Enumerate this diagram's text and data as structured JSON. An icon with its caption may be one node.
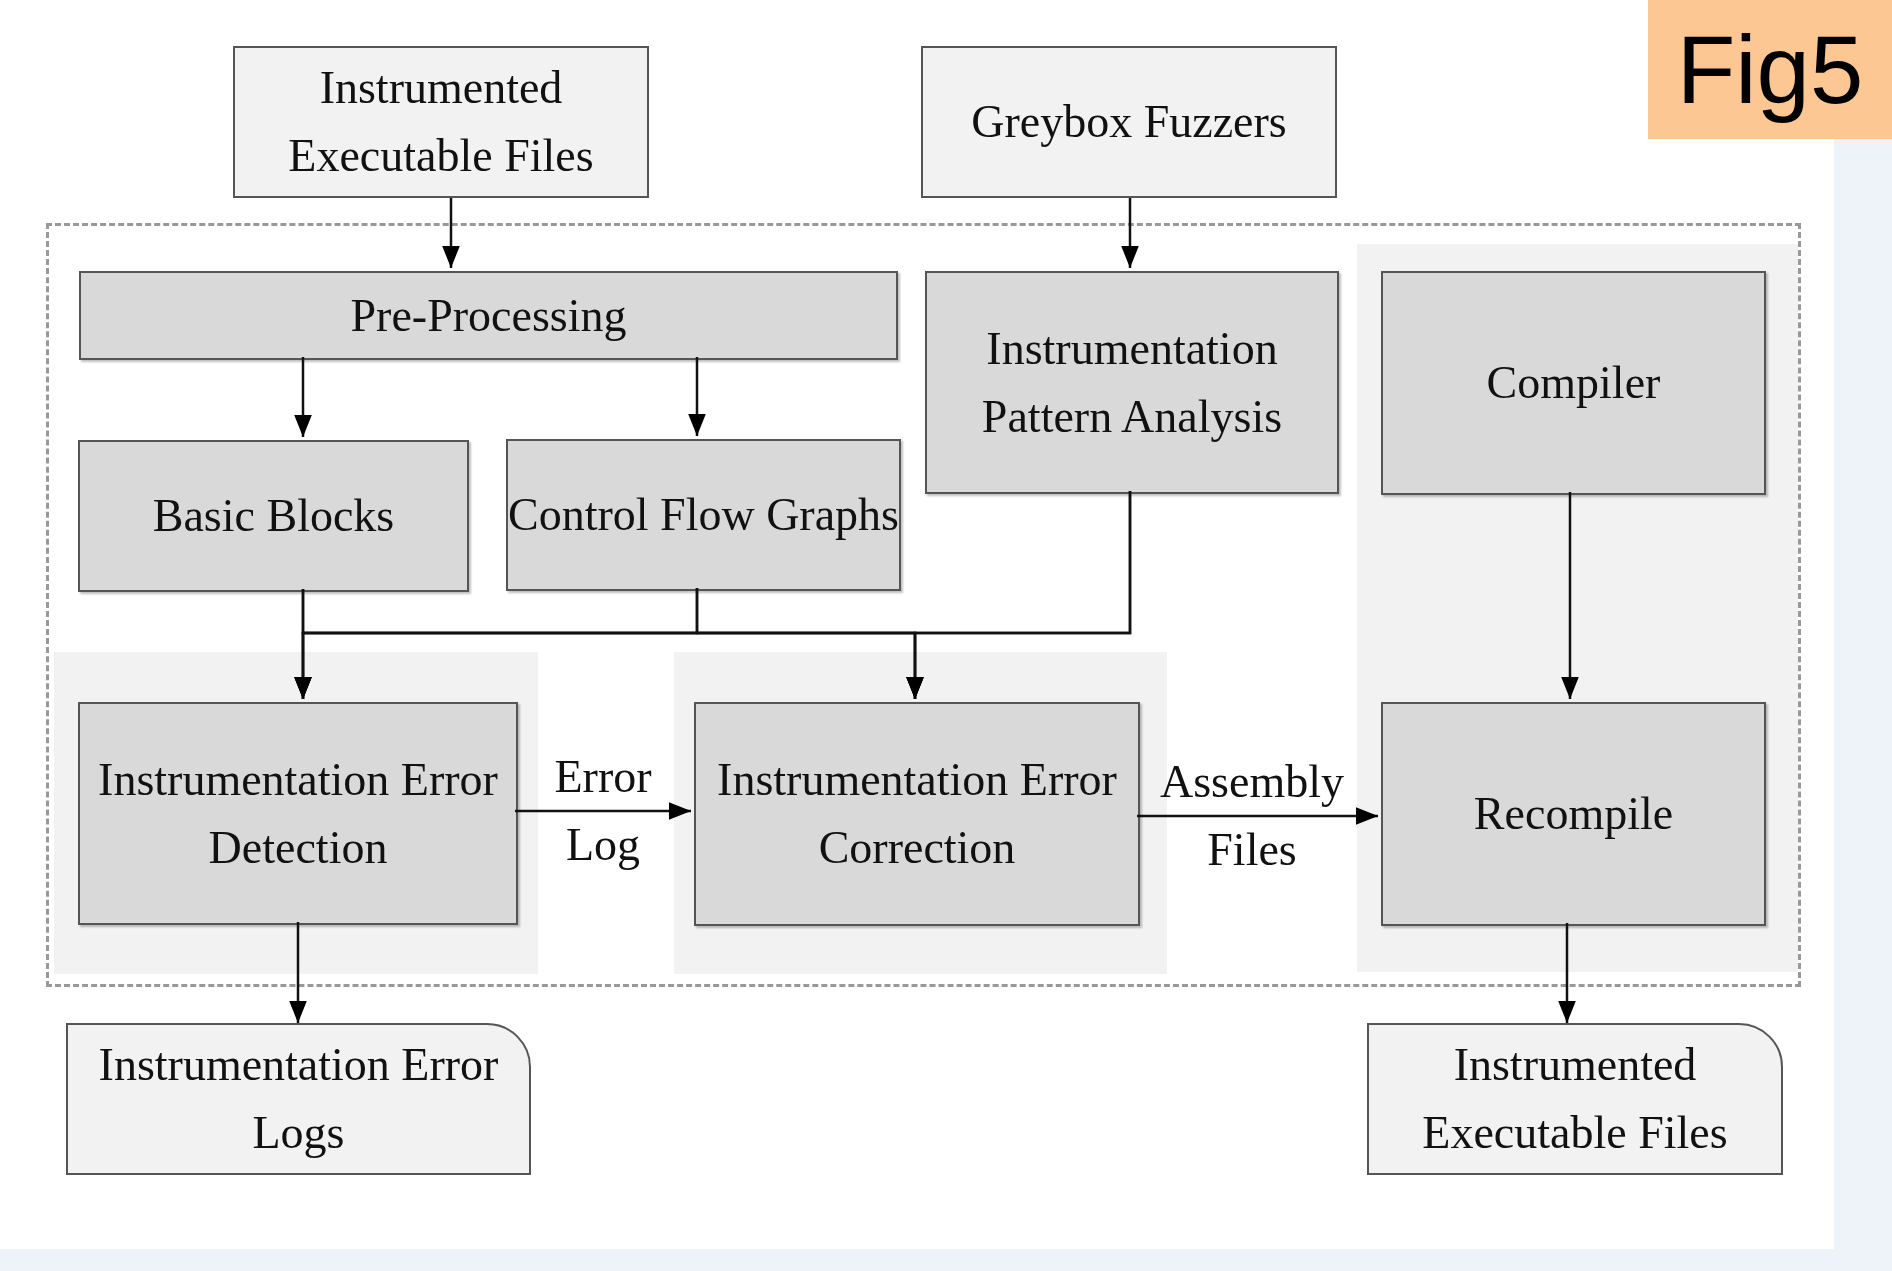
{
  "diagram": {
    "nodes": [
      {
        "text": [
          "Instrumented Executable Files"
        ]
      },
      {
        "text": [
          "Greybox Fuzzers"
        ]
      },
      {
        "text": [],
        "shape": "box"
      },
      {
        "text": [
          "Pre-Processing"
        ],
        "in": 2
      },
      {
        "text": [
          "Instrumentation Pattern Analysis"
        ],
        "in": 2
      },
      {
        "text": [],
        "shape": "box",
        "in": 2
      },
      {
        "text": [
          "Compiler"
        ],
        "in": 5
      },
      {
        "text": [
          "Basic Blocks"
        ],
        "in": 2
      },
      {
        "text": [
          "Control Flow Graphs"
        ],
        "in": 2
      },
      {
        "text": [],
        "shape": "box",
        "in": 2
      },
      {
        "text": [
          "Instrumentation Error Detection"
        ],
        "in": 9
      },
      {
        "text": [],
        "shape": "box",
        "in": 2
      },
      {
        "text": [
          "Instrumentation Error Correction"
        ],
        "in": 11
      },
      {
        "text": [
          "Recompile"
        ],
        "in": 5
      },
      {
        "text": [
          "Instrumentation Error Logs"
        ]
      },
      {
        "text": [
          "Instrumented Executable Files"
        ]
      }
    ],
    "edges": [
      {
        "from": 0,
        "to": 3,
        "arrow": "to"
      },
      {
        "from": 1,
        "to": 4,
        "arrow": "to"
      },
      {
        "from": 3,
        "to": 7,
        "arrow": "to"
      },
      {
        "from": 3,
        "to": 8,
        "arrow": "to"
      },
      {
        "from": 7,
        "to": 10,
        "arrow": "to"
      },
      {
        "from": 7,
        "to": 12,
        "arrow": "to"
      },
      {
        "from": 8,
        "to": 10,
        "arrow": "to"
      },
      {
        "from": 8,
        "to": 12,
        "arrow": "to"
      },
      {
        "from": 4,
        "to": 10,
        "arrow": "to"
      },
      {
        "from": 4,
        "to": 12,
        "arrow": "to"
      },
      {
        "from": 10,
        "to": 12,
        "arrow": "to",
        "label": "Error Log"
      },
      {
        "from": 12,
        "to": 13,
        "arrow": "to",
        "label": "Assembly Files"
      },
      {
        "from": 6,
        "to": 13,
        "arrow": "to"
      },
      {
        "from": 10,
        "to": 14,
        "arrow": "to"
      },
      {
        "from": 13,
        "to": 15,
        "arrow": "to"
      }
    ],
    "labels": [
      "Fig5"
    ]
  }
}
